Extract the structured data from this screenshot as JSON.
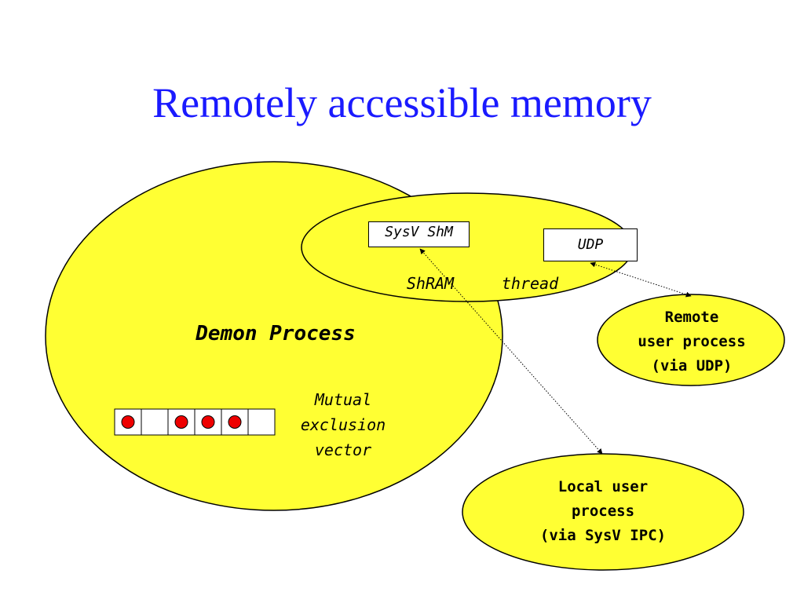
{
  "title": "Remotely accessible memory",
  "demon": {
    "label": "Demon Process"
  },
  "shram": {
    "label1": "ShRAM",
    "label2": "thread"
  },
  "boxes": {
    "sysv_shm": "SysV ShM",
    "udp": "UDP"
  },
  "mutex": {
    "label": "Mutual\nexclusion\nvector",
    "cells": [
      true,
      false,
      true,
      true,
      true,
      false
    ]
  },
  "remote": {
    "label": "Remote\nuser process\n(via UDP)"
  },
  "local": {
    "label": "Local user\nprocess\n(via SysV IPC)"
  },
  "colors": {
    "fill": "#ffff33",
    "dot": "#ee0000",
    "title": "#1a1aff"
  }
}
